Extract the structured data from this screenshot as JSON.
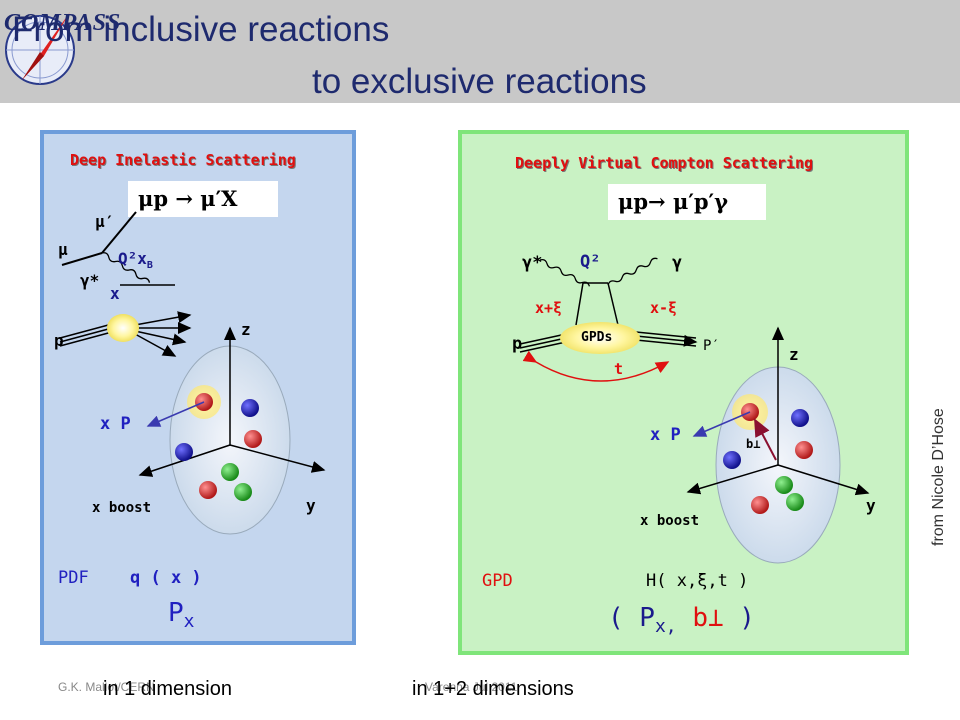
{
  "title": {
    "line1": "From inclusive reactions",
    "line2": "to exclusive reactions",
    "logo_text": "COMPASS"
  },
  "left": {
    "process_title": "Deep Inelastic Scattering",
    "reaction": "μp → μ′X",
    "mu_in": "μ",
    "mu_out": "μ′",
    "gamma_star": "γ*",
    "q2xb": "Q²x",
    "q2xb_sub": "B",
    "x_label": "x",
    "p_label": "p",
    "z_axis": "z",
    "y_axis": "y",
    "xP": "x P",
    "xboost": "x boost",
    "pdf_label": "PDF",
    "pdf_func": "q ( x )",
    "px": "P",
    "px_sub": "x",
    "bottom": "in 1 dimension"
  },
  "right": {
    "process_title": "Deeply Virtual Compton Scattering",
    "reaction": "μp→ μ′p′γ",
    "gamma_star": "γ*",
    "q2": "Q²",
    "gamma": "γ",
    "x_plus": "x+ξ",
    "x_minus": "x-ξ",
    "p_label": "p",
    "gpds": "GPDs",
    "p_prime": "P′",
    "t_label": "t",
    "z_axis": "z",
    "y_axis": "y",
    "xP": "x P",
    "b_perp": "b⊥",
    "xboost": "x boost",
    "gpd_label": "GPD",
    "gpd_func": "H( x,ξ,t )",
    "pxb_open": "( P",
    "pxb_sub": "x,",
    "pxb_b": "b⊥",
    "pxb_close": " )",
    "bottom": "in 1+2 dimensions"
  },
  "footer": {
    "author": "G.K. Mallot/CERN",
    "venue": "Varenna Jul 2011"
  },
  "credit": "from Nicole D’Hose",
  "colors": {
    "header_bg": "#c8c8c8",
    "title": "#1e2a6e",
    "left_panel": "#c4d6ee",
    "left_border": "#6d9ddb",
    "right_panel": "#c9f2c4",
    "right_border": "#7fe57a",
    "accent_red": "#e01010",
    "label_blue": "#1a1a8c"
  }
}
